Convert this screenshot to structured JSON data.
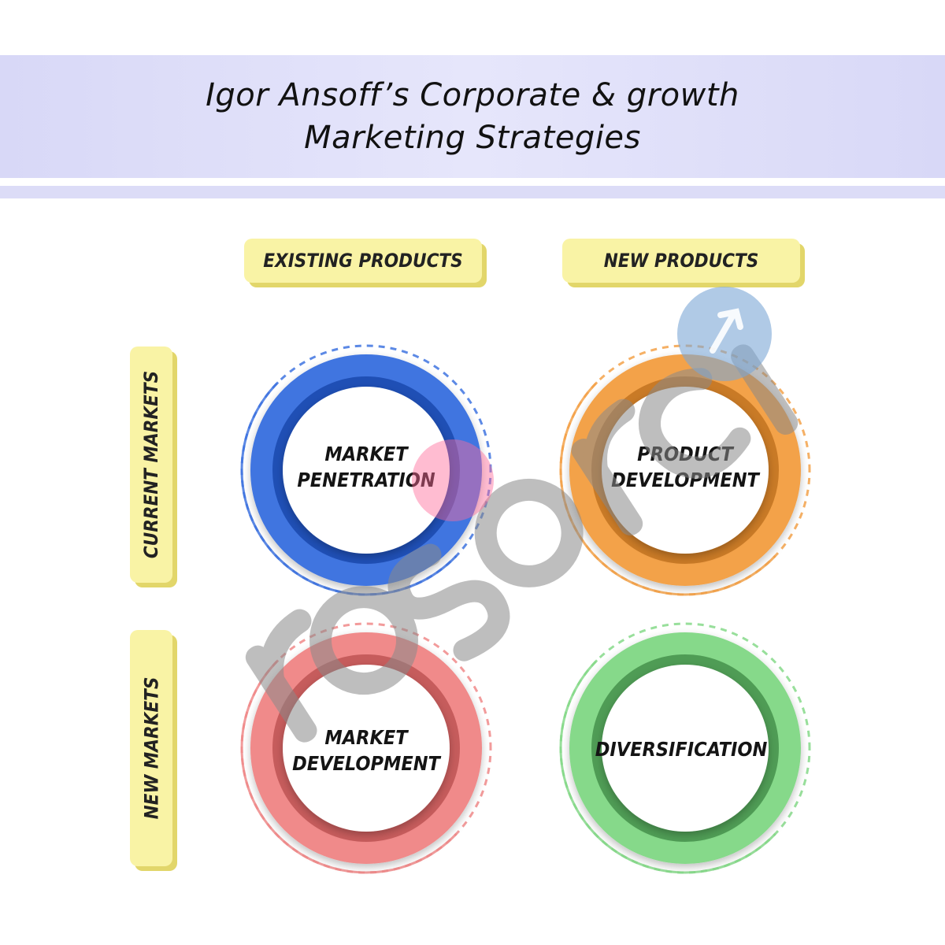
{
  "title": {
    "line1": "Igor Ansoff’s Corporate & growth",
    "line2": "Marketing Strategies"
  },
  "columns": [
    "EXISTING PRODUCTS",
    "NEW PRODUCTS"
  ],
  "rows": [
    "CURRENT MARKETS",
    "NEW MARKETS"
  ],
  "quadrants": [
    {
      "line1": "MARKET",
      "line2": "PENETRATION",
      "color": "#3f74e0",
      "dark": "#1f4fb5"
    },
    {
      "line1": "PRODUCT",
      "line2": "DEVELOPMENT",
      "color": "#f3a24a",
      "dark": "#c97a26"
    },
    {
      "line1": "MARKET",
      "line2": "DEVELOPMENT",
      "color": "#f08a8a",
      "dark": "#c65c5c"
    },
    {
      "line1": "DIVERSIFICATION",
      "line2": "",
      "color": "#86d98a",
      "dark": "#4f9c55"
    }
  ],
  "colors": {
    "header_band": "#dcdcf7",
    "label_fill": "#f9f3a5",
    "label_shadow": "#e2d66a"
  },
  "watermark": {
    "text": "resorcio",
    "icon": "upward-arrow-logo-icon"
  }
}
